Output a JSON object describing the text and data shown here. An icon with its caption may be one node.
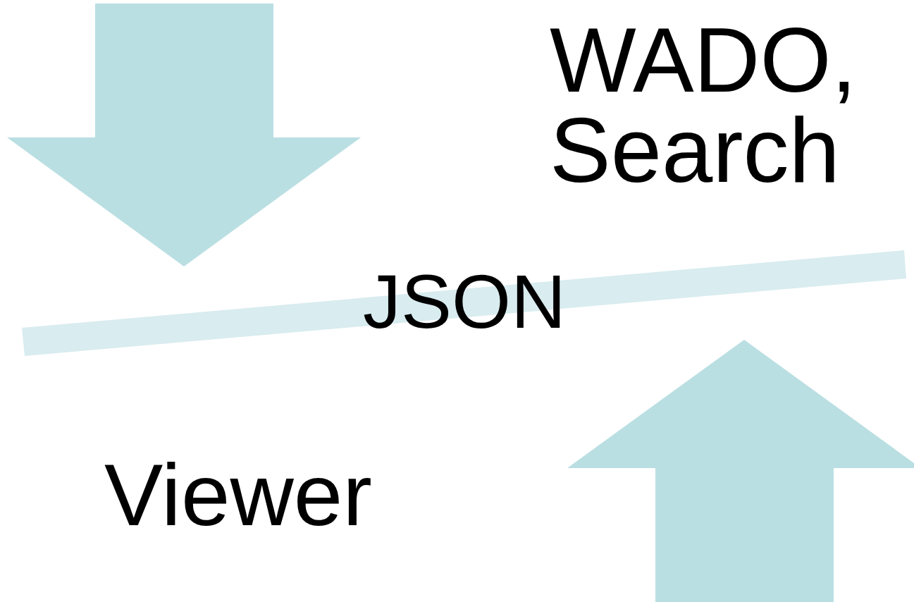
{
  "diagram": {
    "labels": [
      "WADO, Search",
      "JSON",
      "Viewer"
    ]
  }
}
